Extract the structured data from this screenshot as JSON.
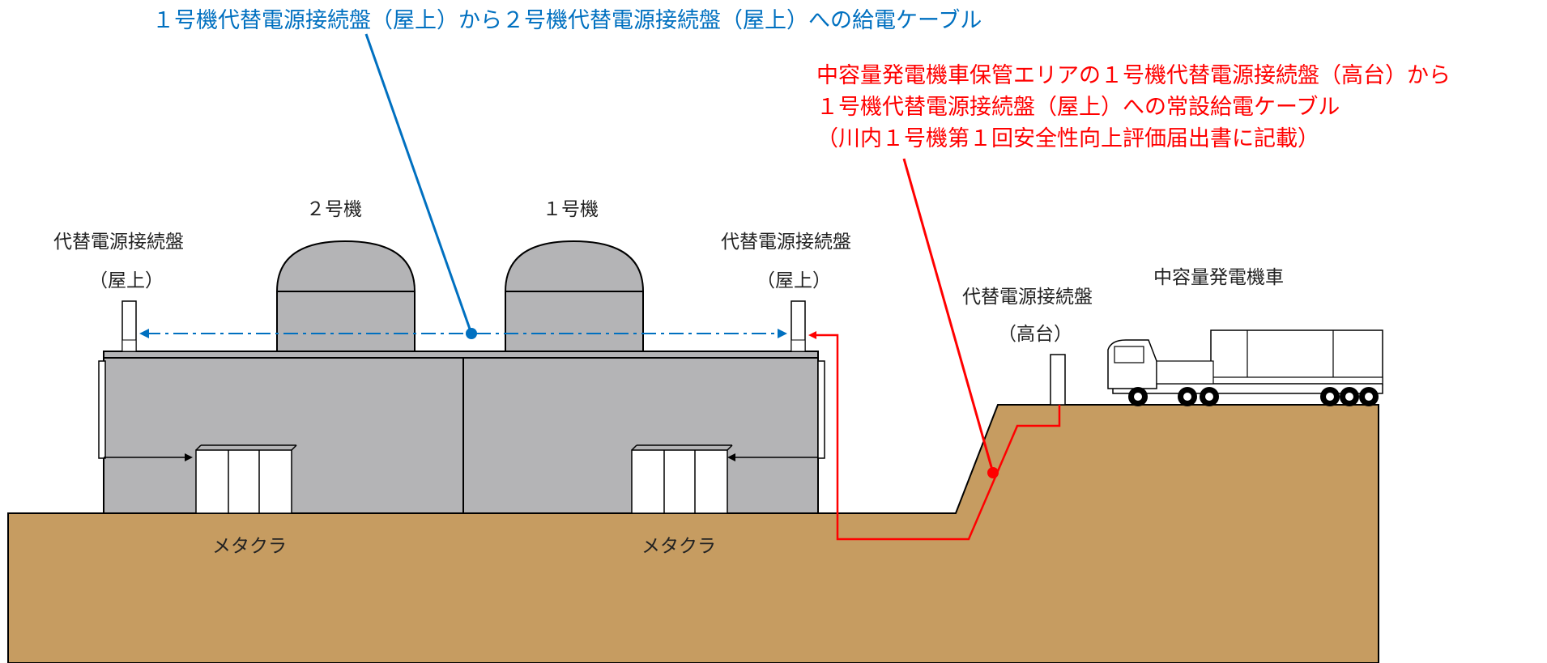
{
  "annotations": {
    "blue_cable": "１号機代替電源接続盤（屋上）から２号機代替電源接続盤（屋上）への給電ケーブル",
    "red_cable_line1": "中容量発電機車保管エリアの１号機代替電源接続盤（高台）から",
    "red_cable_line2": "１号機代替電源接続盤（屋上）への常設給電ケーブル",
    "red_cable_line3": "（川内１号機第１回安全性向上評価届出書に記載）"
  },
  "labels": {
    "unit2": "２号機",
    "unit1": "１号機",
    "panel_left_name": "代替電源接続盤",
    "panel_left_loc": "（屋上）",
    "panel_right_name": "代替電源接続盤",
    "panel_right_loc": "（屋上）",
    "panel_hill_name": "代替電源接続盤",
    "panel_hill_loc": "（高台）",
    "generator_truck": "中容量発電機車",
    "metacla_left": "メタクラ",
    "metacla_right": "メタクラ"
  },
  "colors": {
    "ground": "#c69c61",
    "building": "#b4b4b6",
    "blue_cable": "#0070c0",
    "red_cable": "#ff0000"
  }
}
